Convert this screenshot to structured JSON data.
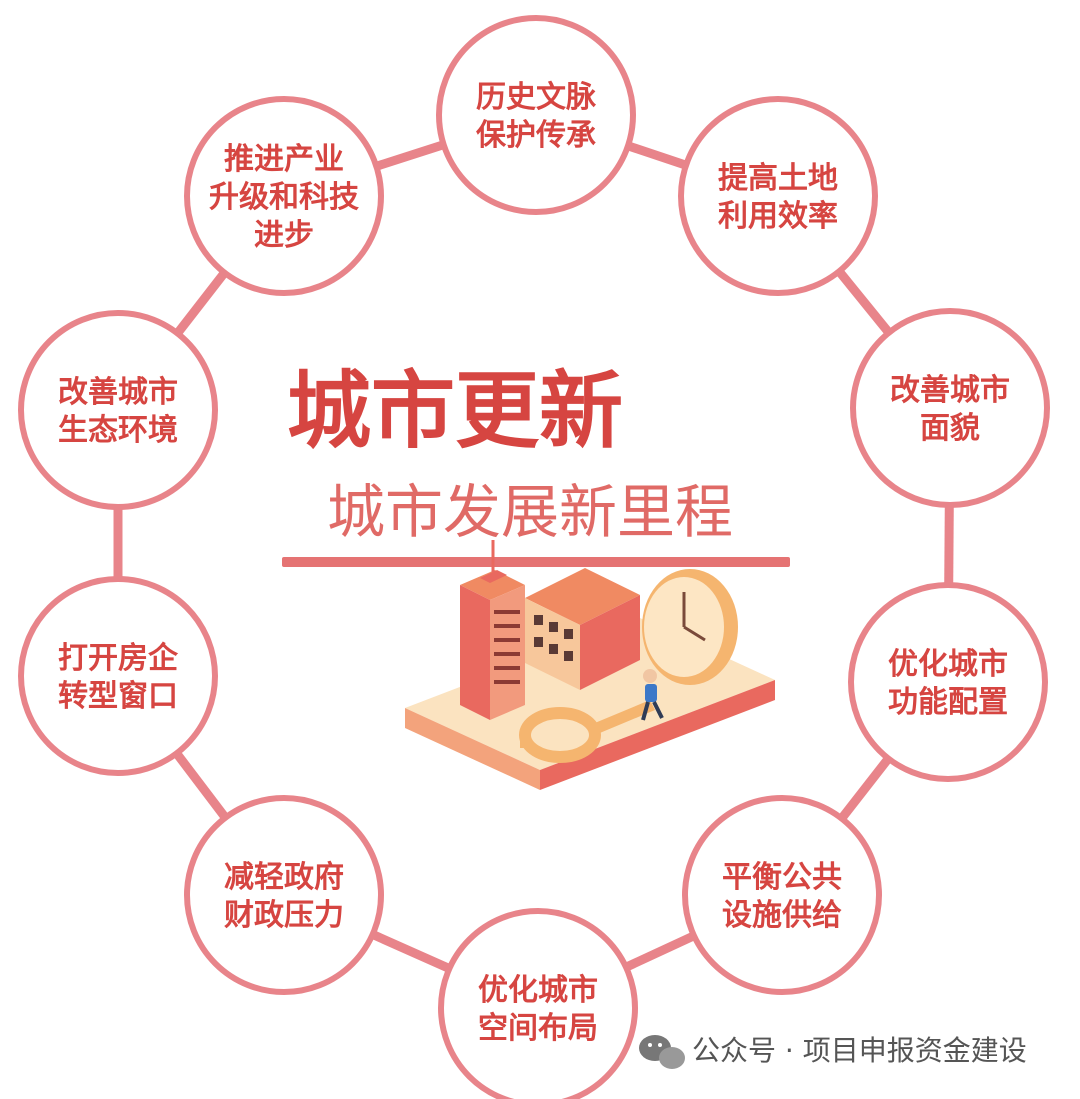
{
  "colors": {
    "accent": "#d9534f",
    "ring": "#e8848a",
    "text": "#d64541",
    "subtitle": "#e06a66",
    "underline": "#e57373",
    "watermark": "#555555",
    "illus_red": "#e9695f",
    "illus_peach": "#f7c79b",
    "illus_cream": "#fbe3c0"
  },
  "title": {
    "main": "城市更新",
    "subtitle": "城市发展新里程"
  },
  "nodes": [
    {
      "lines": [
        "历史文脉",
        "保护传承"
      ]
    },
    {
      "lines": [
        "提高土地",
        "利用效率"
      ]
    },
    {
      "lines": [
        "改善城市",
        "面貌"
      ]
    },
    {
      "lines": [
        "优化城市",
        "功能配置"
      ]
    },
    {
      "lines": [
        "平衡公共",
        "设施供给"
      ]
    },
    {
      "lines": [
        "优化城市",
        "空间布局"
      ]
    },
    {
      "lines": [
        "减轻政府",
        "财政压力"
      ]
    },
    {
      "lines": [
        "打开房企",
        "转型窗口"
      ]
    },
    {
      "lines": [
        "改善城市",
        "生态环境"
      ]
    },
    {
      "lines": [
        "推进产业",
        "升级和科技",
        "进步"
      ]
    }
  ],
  "watermark": {
    "icon": "wechat-icon",
    "text": "公众号 · 项目申报资金建设"
  }
}
